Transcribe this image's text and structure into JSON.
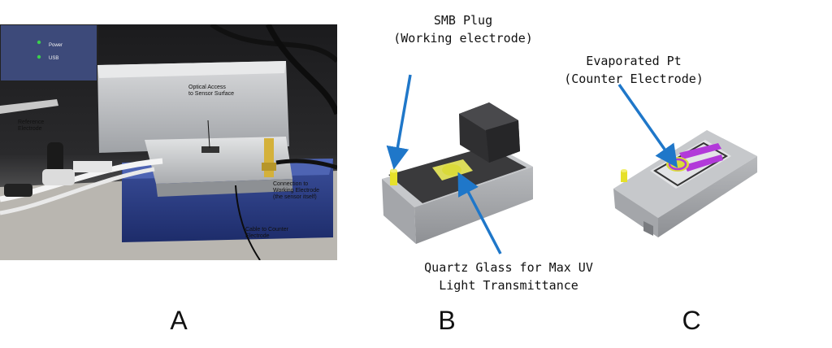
{
  "panel_a": {
    "letter": "A",
    "device_labels": {
      "power": "Power",
      "usb": "USB"
    },
    "labels": {
      "optical_access": "Optical Access\nto Sensor Surface",
      "reference_electrode": "Reference\nElectrode",
      "connection_working": "Connection to\nWorking Electrode\n(the sensor itself)",
      "cable_counter": "Cable to Counter\nElectrode"
    }
  },
  "panel_b": {
    "letter": "B",
    "callouts": {
      "smb_plug": [
        "SMB Plug",
        "(Working electrode)"
      ],
      "quartz_glass": [
        "Quartz Glass for Max UV",
        "Light Transmittance"
      ]
    }
  },
  "panel_c": {
    "letter": "C",
    "callouts": {
      "evaporated_pt": [
        "Evaporated Pt",
        "(Counter Electrode)"
      ]
    }
  },
  "colors": {
    "arrow": "#1f77c9",
    "gold_plug": "#e6e02a",
    "quartz": "#dada3a",
    "pt_electrode": "#b23ad9",
    "chip_body": "#c9cbce",
    "chip_top_dark": "#3a3a3c"
  }
}
